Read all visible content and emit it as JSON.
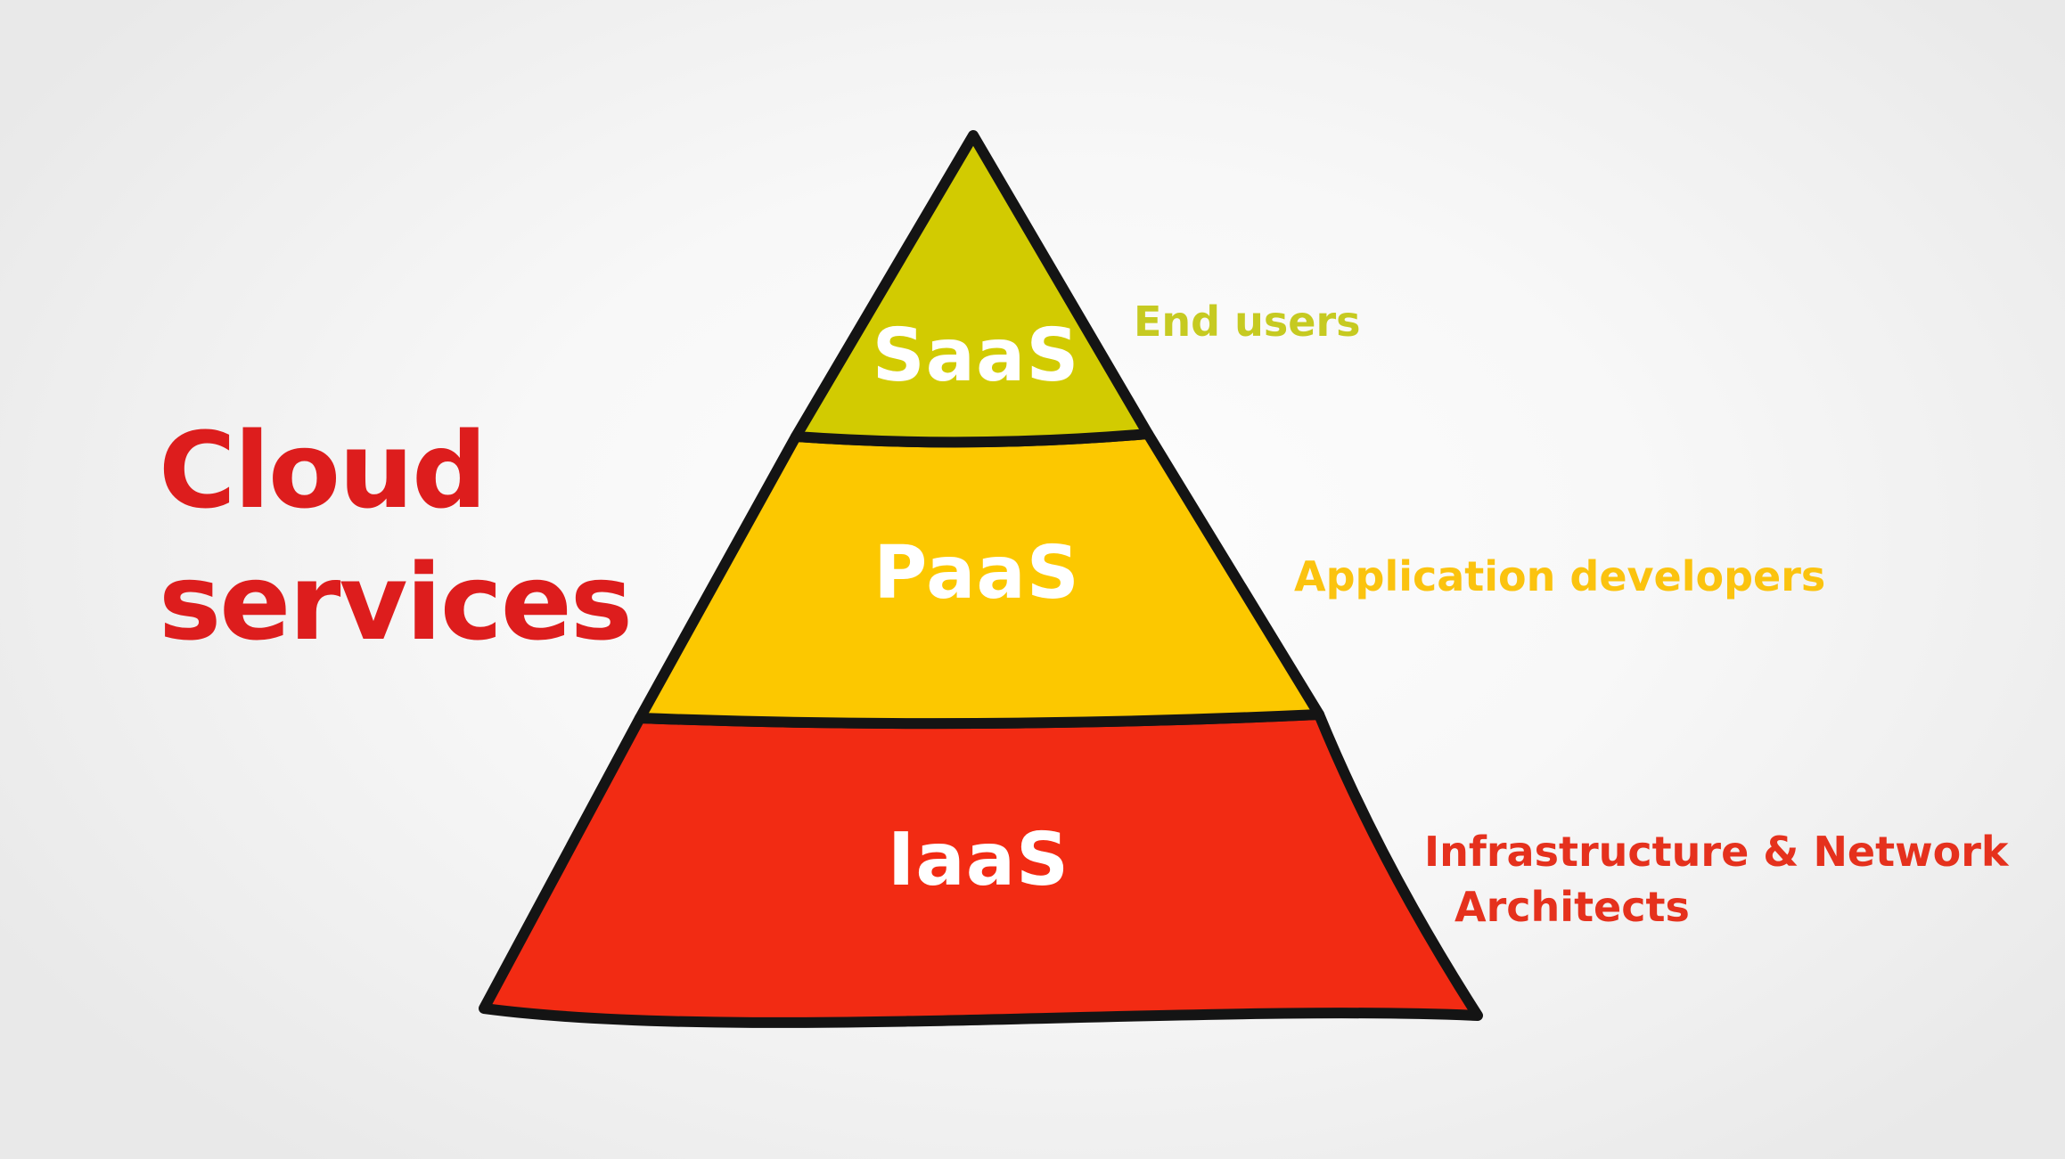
{
  "background": {
    "center_color": "#fdfdfd",
    "edge_color": "#e9e9e9"
  },
  "title": {
    "line1": "Cloud",
    "line2": "services",
    "color": "#dd1d1d"
  },
  "pyramid": {
    "outline_color": "#141414",
    "tiers": [
      {
        "name": "SaaS",
        "fill": "#d2cb01",
        "text_color": "#ffffff",
        "audience": "End users",
        "audience_color": "#c6ca21"
      },
      {
        "name": "PaaS",
        "fill": "#fcc800",
        "text_color": "#ffffff",
        "audience": "Application developers",
        "audience_color": "#fbc30f"
      },
      {
        "name": "IaaS",
        "fill": "#f22b13",
        "text_color": "#ffffff",
        "audience_line1": "Infrastructure & Network",
        "audience_line2": "Architects",
        "audience_color": "#e5311d"
      }
    ]
  }
}
